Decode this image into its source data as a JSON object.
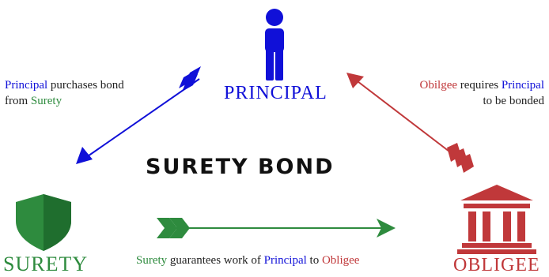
{
  "title": "SURETY BOND",
  "nodes": {
    "principal": {
      "label": "PRINCIPAL"
    },
    "surety": {
      "label": "SURETY"
    },
    "obligee": {
      "label": "OBLIGEE"
    }
  },
  "edges": {
    "principal_to_surety": {
      "line1": {
        "subject": "Principal",
        "rest": " purchases bond"
      },
      "line2": {
        "prefix": "from ",
        "object": "Surety"
      }
    },
    "obligee_to_principal": {
      "line1": {
        "subject": "Obilgee",
        "mid": " requires ",
        "object": "Principal"
      },
      "line2": "to be bonded"
    },
    "surety_to_obligee": {
      "subject": "Surety",
      "mid1": " guarantees work of ",
      "object1": "Principal",
      "mid2": " to ",
      "object2": "Obligee"
    }
  },
  "colors": {
    "principal": "#1010d8",
    "surety": "#2e8b3e",
    "obligee": "#c0383a",
    "title": "#111111"
  },
  "icons": {
    "principal": "person-icon",
    "surety": "shield-icon",
    "obligee": "courthouse-icon"
  }
}
